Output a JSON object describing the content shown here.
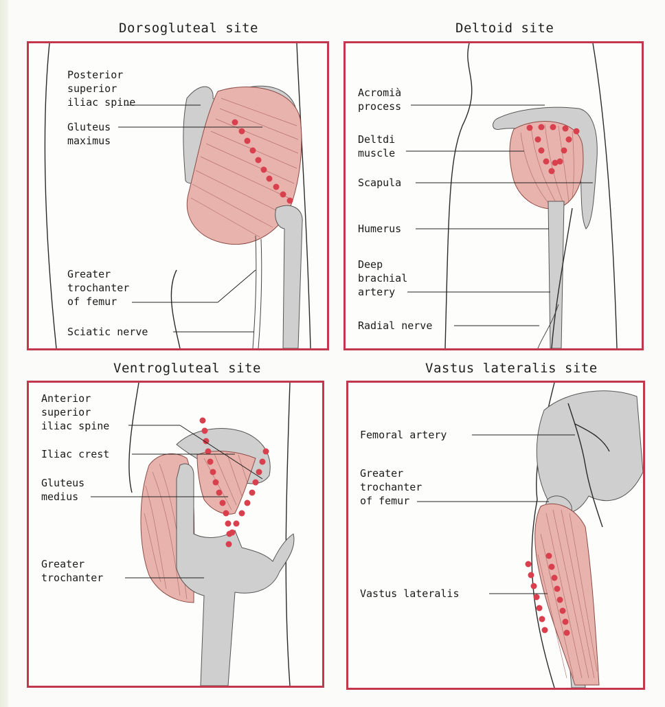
{
  "panels": {
    "dorsogluteal": {
      "title": "Dorsogluteal site",
      "labels": {
        "psis": "Posterior\nsuperior\niliac spine",
        "gluteus_maximus": "Gluteus\nmaximus",
        "greater_trochanter": "Greater\ntrochanter\nof femur",
        "sciatic_nerve": "Sciatic nerve"
      }
    },
    "deltoid": {
      "title": "Deltoid site",
      "labels": {
        "acromial": "Acromià\nprocess",
        "deltoid_muscle": "Deltdi\nmuscle",
        "scapula": "Scapula",
        "humerus": "Humerus",
        "deep_brachial": "Deep\nbrachial\nartery",
        "radial_nerve": "Radial nerve"
      }
    },
    "ventrogluteal": {
      "title": "Ventrogluteal site",
      "labels": {
        "asis": "Anterior\nsuperior\niliac spine",
        "iliac_crest": "Iliac crest",
        "gluteus_medius": "Gluteus\nmedius",
        "greater_trochanter": "Greater\ntrochanter"
      }
    },
    "vastus": {
      "title": "Vastus lateralis site",
      "labels": {
        "femoral_artery": "Femoral artery",
        "greater_trochanter": "Greater\ntrochanter\nof femur",
        "vastus_lateralis": "Vastus lateralis"
      }
    }
  },
  "colors": {
    "frame": "#c2374c",
    "injection_dots": "#d8404e",
    "muscle": "#e9b3ad",
    "bone": "#cfcfcf"
  }
}
